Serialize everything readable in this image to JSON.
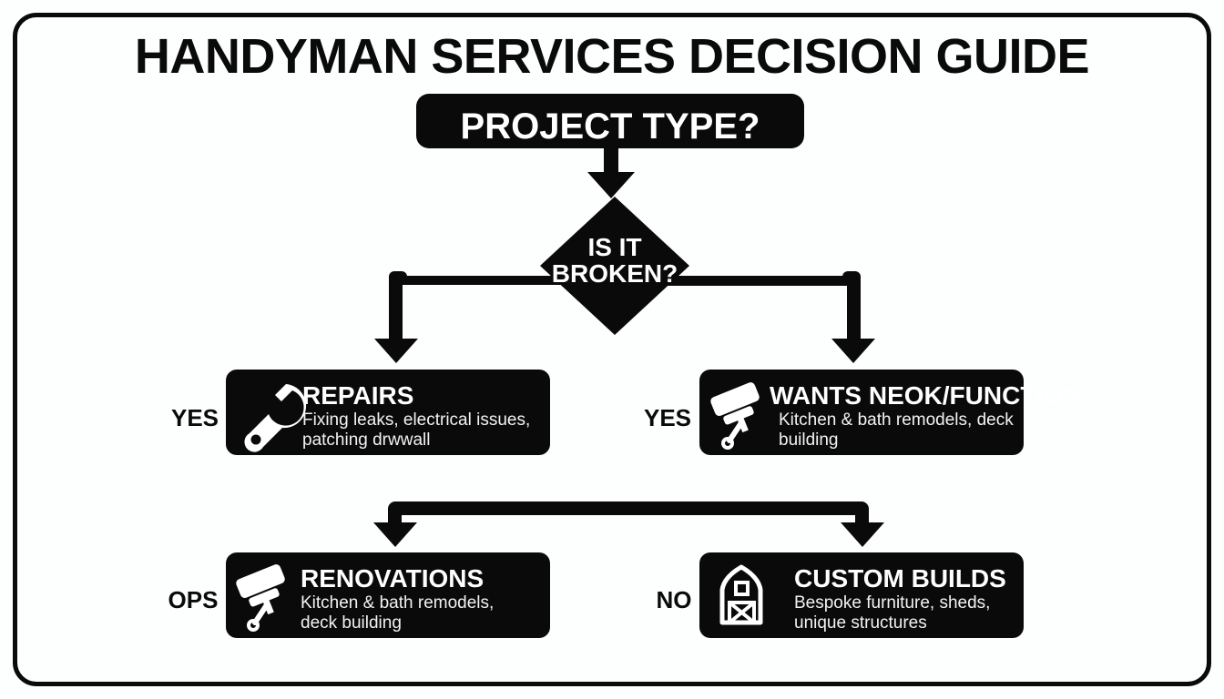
{
  "page": {
    "title": "HANDYMAN SERVICES DECISION GUIDE",
    "background_color": "#fdfefe",
    "ink_color": "#0a0a0a",
    "paper_color": "#ffffff"
  },
  "chart_data": {
    "type": "diagram",
    "diagram_type": "decision-flowchart",
    "title": "HANDYMAN SERVICES DECISION GUIDE",
    "orientation": "top-down",
    "nodes": [
      {
        "id": "start",
        "shape": "rounded-rect",
        "label": "PROJECT TYPE?",
        "fill": "#0a0a0a",
        "text_color": "#ffffff"
      },
      {
        "id": "decision",
        "shape": "diamond",
        "label_line1": "IS IT",
        "label_line2": "BROKEN?",
        "fill": "#0a0a0a",
        "text_color": "#ffffff"
      },
      {
        "id": "repairs",
        "shape": "card",
        "icon": "wrench-icon",
        "heading": "REPAIRS",
        "description_line1": "Fixing leaks, electrical issues,",
        "description_line2": "patching drwwall",
        "branch_label": "YES",
        "fill": "#0a0a0a",
        "text_color": "#ffffff"
      },
      {
        "id": "wants",
        "shape": "card",
        "icon": "paint-roller-icon",
        "heading": "WANTS NEOK/FUNCTION?",
        "description_line1": "Kitchen & bath remodels, deck",
        "description_line2": "building",
        "branch_label": "YES",
        "fill": "#0a0a0a",
        "text_color": "#ffffff"
      },
      {
        "id": "renovations",
        "shape": "card",
        "icon": "paint-roller-icon",
        "heading": "RENOVATIONS",
        "description_line1": "Kitchen & bath remodels,",
        "description_line2": "deck building",
        "branch_label": "OPS",
        "fill": "#0a0a0a",
        "text_color": "#ffffff"
      },
      {
        "id": "custom",
        "shape": "card",
        "icon": "barn-icon",
        "heading": "CUSTOM BUILDS",
        "description_line1": "Bespoke furniture, sheds,",
        "description_line2": "unique structures",
        "branch_label": "NO",
        "fill": "#0a0a0a",
        "text_color": "#ffffff"
      }
    ],
    "edges": [
      {
        "from": "start",
        "to": "decision",
        "style": "straight-arrow-down",
        "label": ""
      },
      {
        "from": "decision",
        "to": "repairs",
        "style": "elbow-left-down",
        "label": "YES"
      },
      {
        "from": "decision",
        "to": "wants",
        "style": "elbow-right-down",
        "label": "YES"
      },
      {
        "from": "wants",
        "to": "renovations",
        "style": "bracket-left-down",
        "label": "OPS"
      },
      {
        "from": "wants",
        "to": "custom",
        "style": "bracket-right-down",
        "label": "NO"
      }
    ]
  },
  "start_node": {
    "label": "PROJECT TYPE?"
  },
  "decision_node": {
    "line1": "IS IT",
    "line2": "BROKEN?"
  },
  "cards": {
    "repairs": {
      "heading": "REPAIRS",
      "desc1": "Fixing leaks, electrical issues,",
      "desc2": "patching drwwall",
      "branch": "YES",
      "icon": "wrench-icon"
    },
    "wants": {
      "heading": "WANTS NEOK/FUNCTION?",
      "desc1": "Kitchen & bath remodels, deck",
      "desc2": "building",
      "branch": "YES",
      "icon": "paint-roller-icon"
    },
    "renovations": {
      "heading": "RENOVATIONS",
      "desc1": "Kitchen & bath remodels,",
      "desc2": "deck building",
      "branch": "OPS",
      "icon": "paint-roller-icon"
    },
    "custom": {
      "heading": "CUSTOM BUILDS",
      "desc1": "Bespoke furniture, sheds,",
      "desc2": "unique structures",
      "branch": "NO",
      "icon": "barn-icon"
    }
  }
}
